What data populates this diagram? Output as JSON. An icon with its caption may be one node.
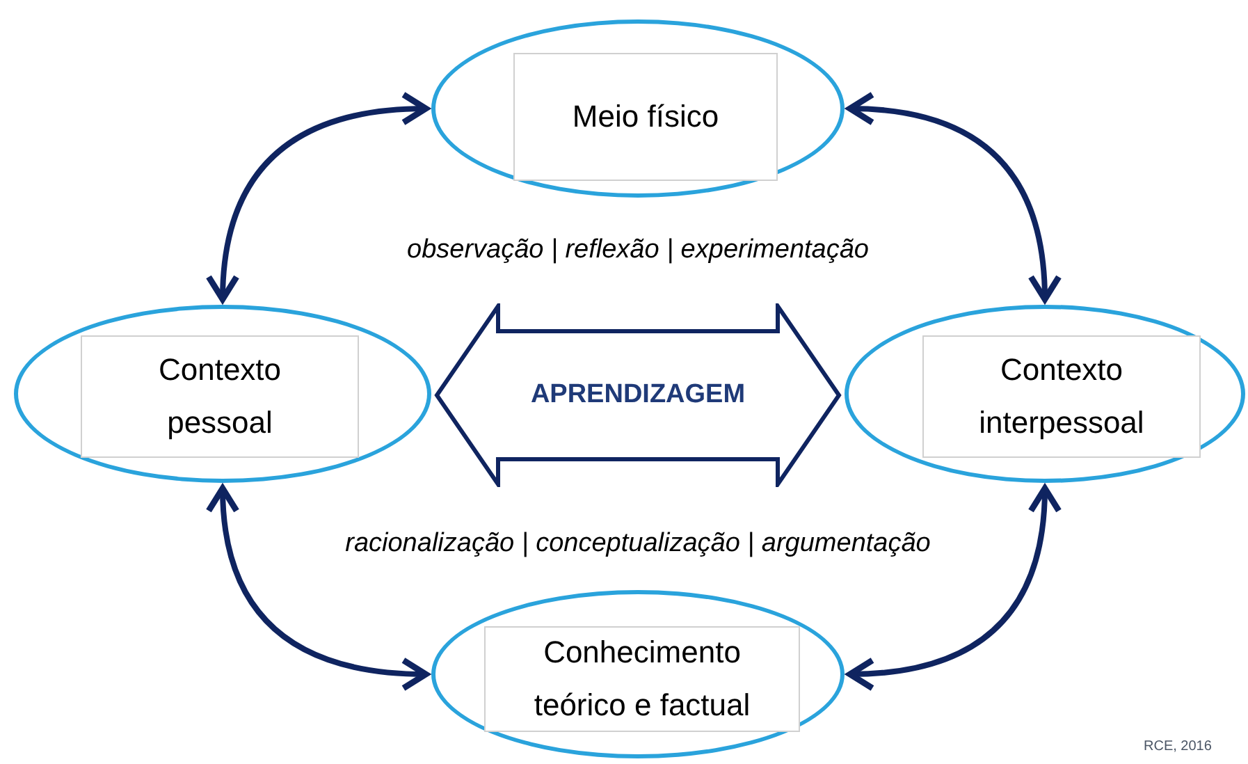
{
  "diagram": {
    "nodes": [
      {
        "text": [
          "Meio físico"
        ]
      },
      {
        "text": [
          "Contexto pessoal"
        ]
      },
      {
        "text": [
          "Contexto interpessoal"
        ]
      },
      {
        "text": [
          "Conhecimento teórico e factual"
        ]
      },
      {
        "text": [
          "APRENDIZAGEM"
        ]
      }
    ],
    "edges": [
      {
        "from": 1,
        "to": 0,
        "arrow": "both"
      },
      {
        "from": 0,
        "to": 2,
        "arrow": "both"
      },
      {
        "from": 1,
        "to": 3,
        "arrow": "both"
      },
      {
        "from": 2,
        "to": 3,
        "arrow": "both"
      }
    ],
    "labels": [
      "observação | reflexão | experimentação",
      "racionalização | conceptualização | argumentação",
      "RCE, 2016"
    ]
  }
}
